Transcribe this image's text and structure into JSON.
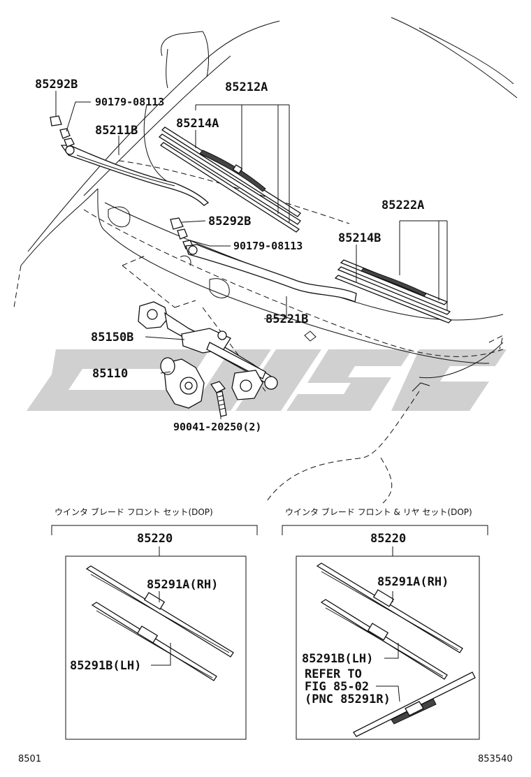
{
  "labels": {
    "p85292b_top": "85292B",
    "p90179_top": "90179-08113",
    "p85212a": "85212A",
    "p85211b": "85211B",
    "p85214a": "85214A",
    "p85292b_mid": "85292B",
    "p90179_mid": "90179-08113",
    "p85222a": "85222A",
    "p85214b": "85214B",
    "p85221b": "85221B",
    "p85150b": "85150B",
    "p85110": "85110",
    "p90041": "90041-20250(2)"
  },
  "sets": {
    "left": {
      "caption": "ウインタ ブレード フロント セット(DOP)",
      "number": "85220",
      "rh": "85291A(RH)",
      "lh": "85291B(LH)"
    },
    "right": {
      "caption": "ウインタ ブレード フロント & リヤ セット(DOP)",
      "number": "85220",
      "rh": "85291A(RH)",
      "lh": "85291B(LH)",
      "refer1": "REFER TO",
      "refer2": "FIG 85-02",
      "refer3": "(PNC 85291R)"
    }
  },
  "footer": {
    "left": "8501",
    "right": "853540"
  },
  "watermark": {
    "color": "#d0d0d0"
  }
}
